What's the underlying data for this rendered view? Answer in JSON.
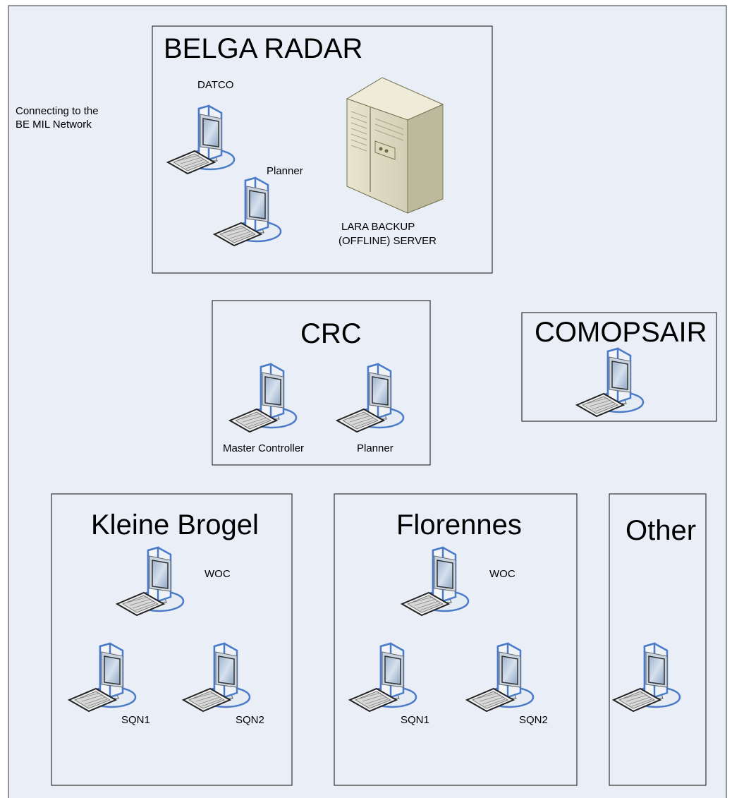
{
  "network_note": "Connecting to the\nBE MIL Network",
  "groups": [
    {
      "id": "belga",
      "title": "BELGA RADAR"
    },
    {
      "id": "crc",
      "title": "CRC"
    },
    {
      "id": "comopsair",
      "title": "COMOPSAIR"
    },
    {
      "id": "kleine",
      "title": "Kleine Brogel"
    },
    {
      "id": "florennes",
      "title": "Florennes"
    },
    {
      "id": "other",
      "title": "Other"
    }
  ],
  "labels": {
    "belga_datco": "DATCO",
    "belga_planner": "Planner",
    "belga_server_line1": "LARA BACKUP",
    "belga_server_line2": "(OFFLINE) SERVER",
    "crc_master": "Master Controller",
    "crc_planner": "Planner",
    "kb_woc": "WOC",
    "kb_sqn1": "SQN1",
    "kb_sqn2": "SQN2",
    "fl_woc": "WOC",
    "fl_sqn1": "SQN1",
    "fl_sqn2": "SQN2"
  },
  "colors": {
    "background": "#e9eef7",
    "border": "#333333",
    "monitor_outline": "#4a7bc8"
  }
}
